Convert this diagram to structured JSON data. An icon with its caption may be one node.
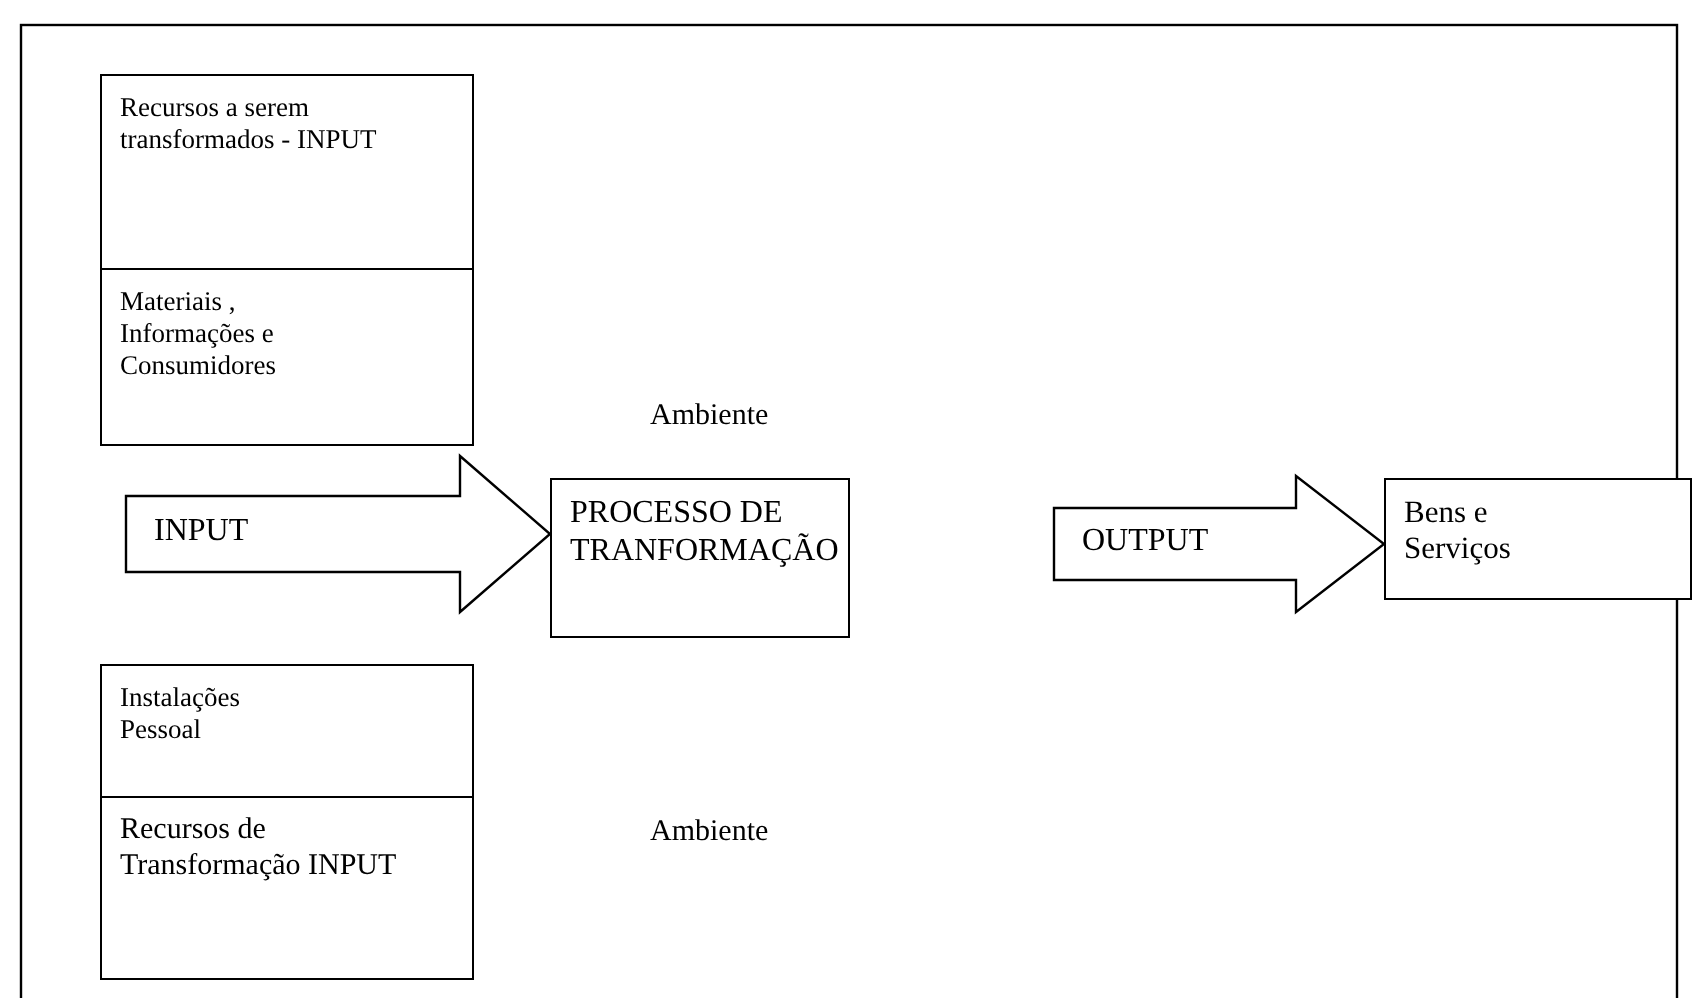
{
  "diagram": {
    "nodes": [
      {
        "text": [
          "Recursos a serem transformados - INPUT"
        ]
      },
      {
        "text": [
          "Materiais , Informações e Consumidores"
        ]
      },
      {
        "text": [
          "PROCESSO DE TRANFORMAÇÃO"
        ]
      },
      {
        "text": [
          "Bens e Serviços"
        ]
      },
      {
        "text": [
          "Instalações Pessoal"
        ]
      },
      {
        "text": [
          "Recursos de Transformação INPUT"
        ]
      }
    ],
    "edges": [
      {
        "from": null,
        "to": 2,
        "arrow": "to",
        "label": "INPUT"
      },
      {
        "from": 2,
        "to": 3,
        "arrow": "to",
        "label": "OUTPUT"
      }
    ],
    "labels": [
      "Ambiente",
      "Ambiente"
    ]
  }
}
